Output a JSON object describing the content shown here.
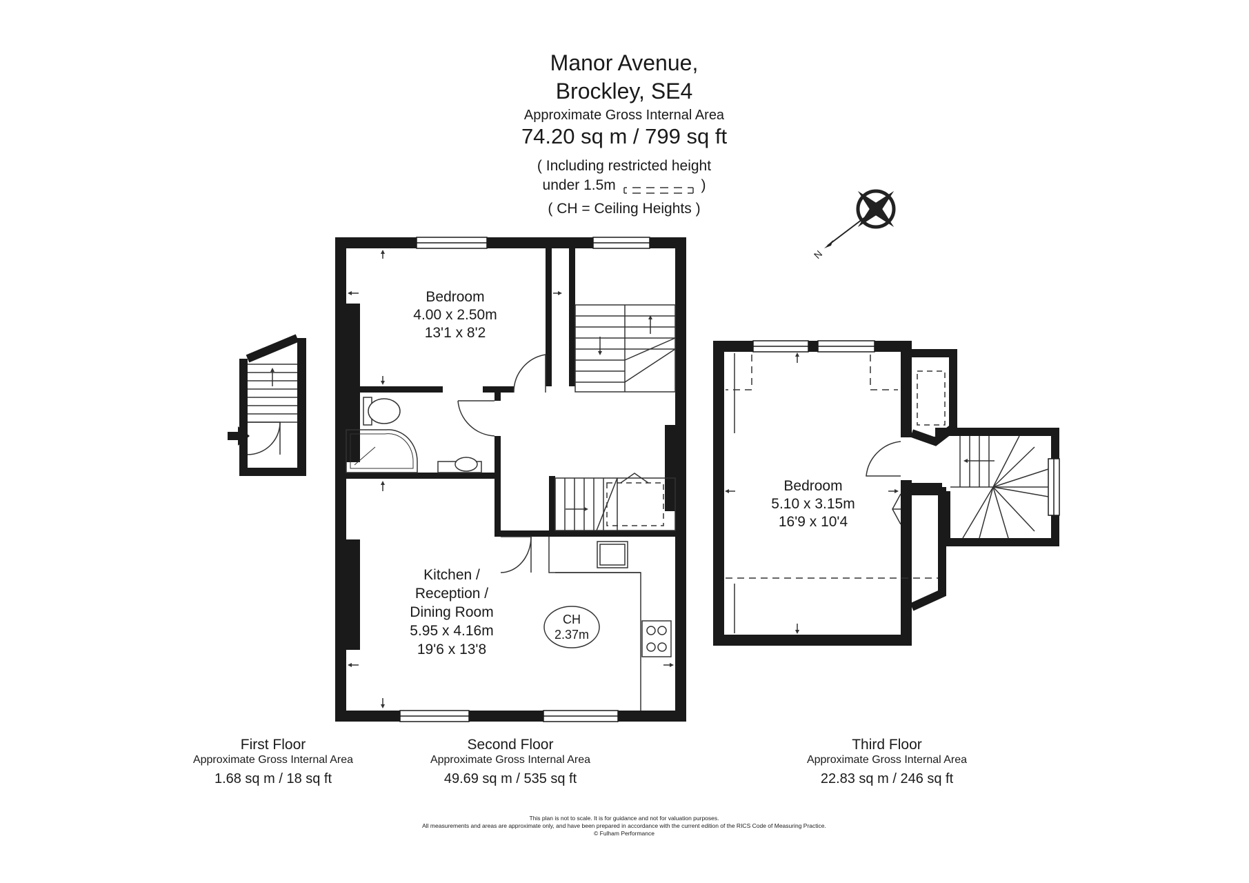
{
  "header": {
    "title_line1": "Manor Avenue,",
    "title_line2": "Brockley, SE4",
    "area_caption": "Approximate Gross Internal Area",
    "total_area": "74.20 sq m  /  799 sq ft",
    "restricted_note_1": "( Including restricted height",
    "restricted_note_2a": "under 1.5m",
    "restricted_note_2b": ")",
    "ceiling_note": "( CH = Ceiling Heights )"
  },
  "compass": {
    "label": "N",
    "icon": "compass-rose-icon"
  },
  "rooms": {
    "bedroom_second": {
      "name": "Bedroom",
      "metric": "4.00 x 2.50m",
      "imperial": "13'1 x 8'2"
    },
    "kitchen": {
      "name_1": "Kitchen /",
      "name_2": "Reception /",
      "name_3": "Dining Room",
      "metric": "5.95 x 4.16m",
      "imperial": "19'6 x 13'8"
    },
    "ceiling_height": {
      "label": "CH",
      "value": "2.37m"
    },
    "bedroom_third": {
      "name": "Bedroom",
      "metric": "5.10 x 3.15m",
      "imperial": "16'9 x 10'4"
    }
  },
  "floors": [
    {
      "name": "First Floor",
      "caption": "Approximate Gross Internal Area",
      "area": "1.68 sq m  /  18 sq ft"
    },
    {
      "name": "Second Floor",
      "caption": "Approximate Gross Internal Area",
      "area": "49.69 sq m  /  535 sq ft"
    },
    {
      "name": "Third Floor",
      "caption": "Approximate Gross Internal Area",
      "area": "22.83 sq m  /  246 sq ft"
    }
  ],
  "disclaimer": {
    "line1": "This plan is not to scale. It is for guidance and not for valuation purposes.",
    "line2": "All measurements and areas are approximate only, and have been prepared in accordance with the current edition of the RICS Code of Measuring Practice.",
    "line3": "© Fulham Performance"
  },
  "colors": {
    "wall": "#1a1a1a",
    "line": "#333333",
    "background": "#ffffff"
  }
}
